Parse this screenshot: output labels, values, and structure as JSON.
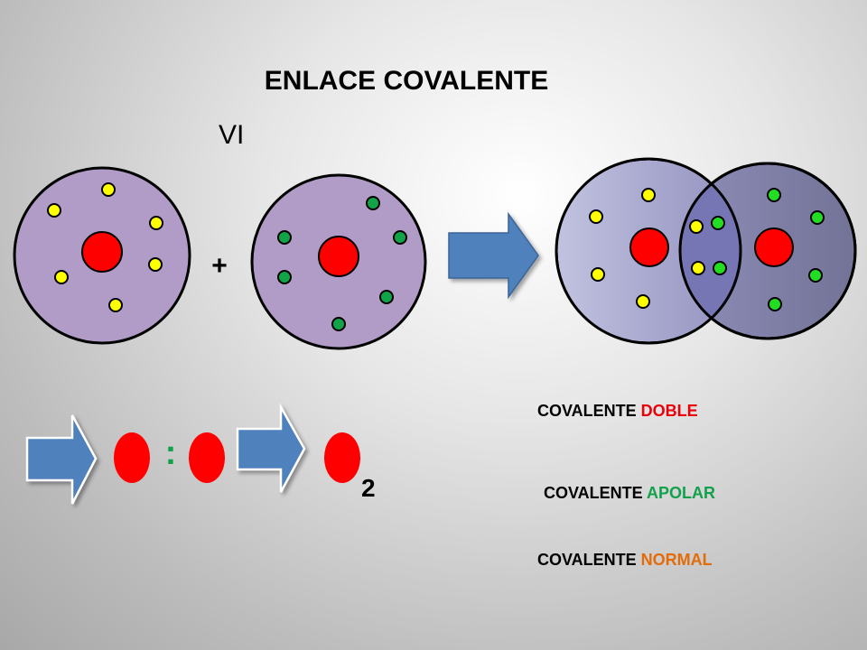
{
  "title": "ENLACE COVALENTE",
  "group": "VI",
  "plus": "+",
  "subscript": "2",
  "colon": ":",
  "options": [
    {
      "prefix": "COVALENTE ",
      "type": "DOBLE",
      "color": "#e8000b"
    },
    {
      "prefix": "COVALENTE ",
      "type": "APOLAR",
      "color": "#10a14a"
    },
    {
      "prefix": "COVALENTE ",
      "type": "NORMAL",
      "color": "#e36c09"
    }
  ],
  "colors": {
    "atom_fill": "#b09cc6",
    "nucleus": "#ff0000",
    "electron_yellow": "#ffff00",
    "electron_green_dark": "#11a347",
    "electron_green_bright": "#22dd22",
    "arrow": "#4f81bd",
    "colon": "#10a14a"
  }
}
